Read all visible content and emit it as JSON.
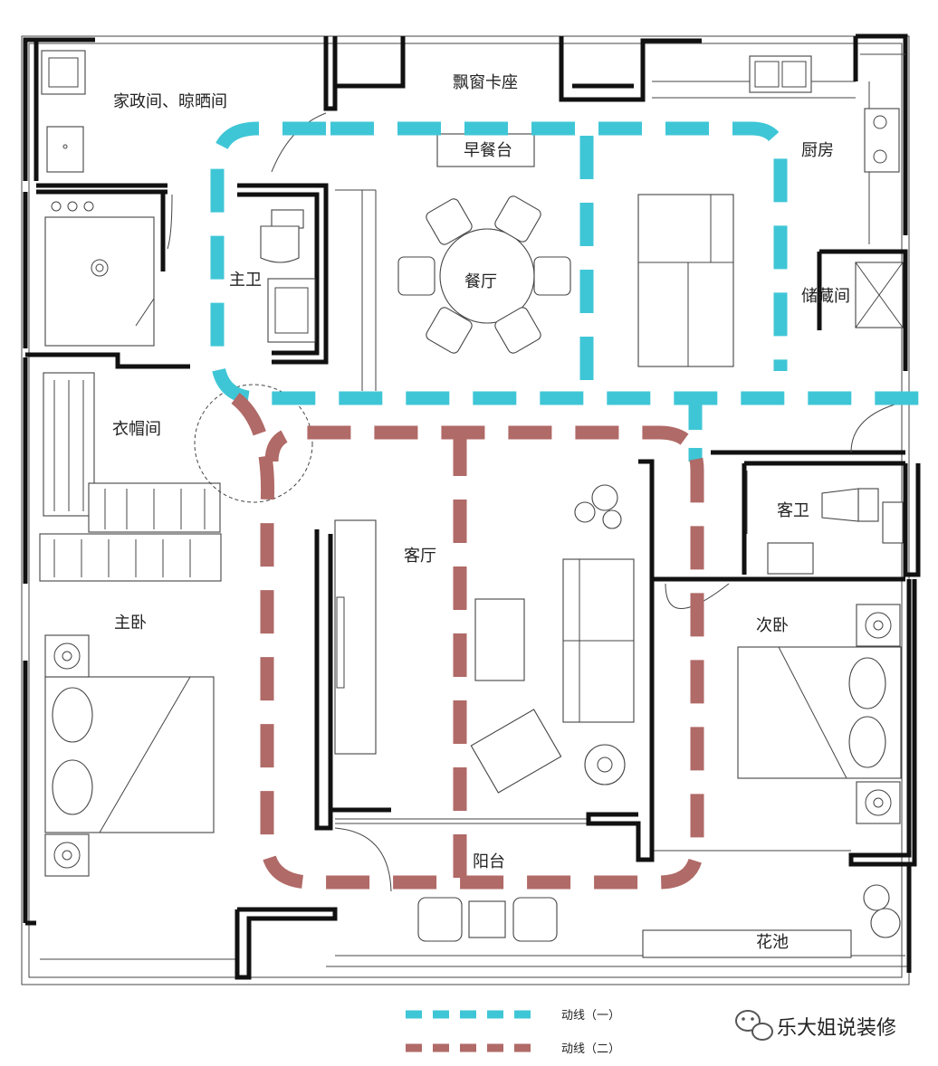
{
  "rooms": {
    "laundry": "家政间、晾晒间",
    "bay_window": "飘窗卡座",
    "breakfast": "早餐台",
    "kitchen": "厨房",
    "master_bath": "主卫",
    "dining": "餐厅",
    "storage": "储藏间",
    "closet": "衣帽间",
    "living": "客厅",
    "guest_bath": "客卫",
    "master_bed": "主卧",
    "second_bed": "次卧",
    "balcony": "阳台",
    "planter": "花池"
  },
  "legend": {
    "route1": "动线（一）",
    "route2": "动线（二）"
  },
  "watermark": "乐大姐说装修",
  "colors": {
    "route1": "#3fc6d6",
    "route2": "#b06a67",
    "wall": "#111111"
  }
}
